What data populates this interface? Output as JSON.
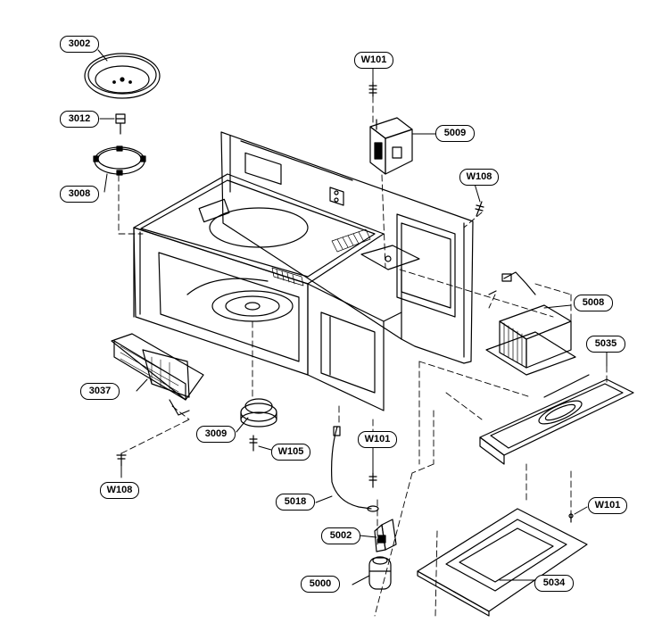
{
  "diagram": {
    "part_labels": [
      "3002",
      "3012",
      "3008",
      "W101",
      "5009",
      "W108",
      "5008",
      "5035",
      "3037",
      "3009",
      "W105",
      "W101",
      "W108",
      "5018",
      "5002",
      "5000",
      "W101",
      "5034"
    ]
  }
}
